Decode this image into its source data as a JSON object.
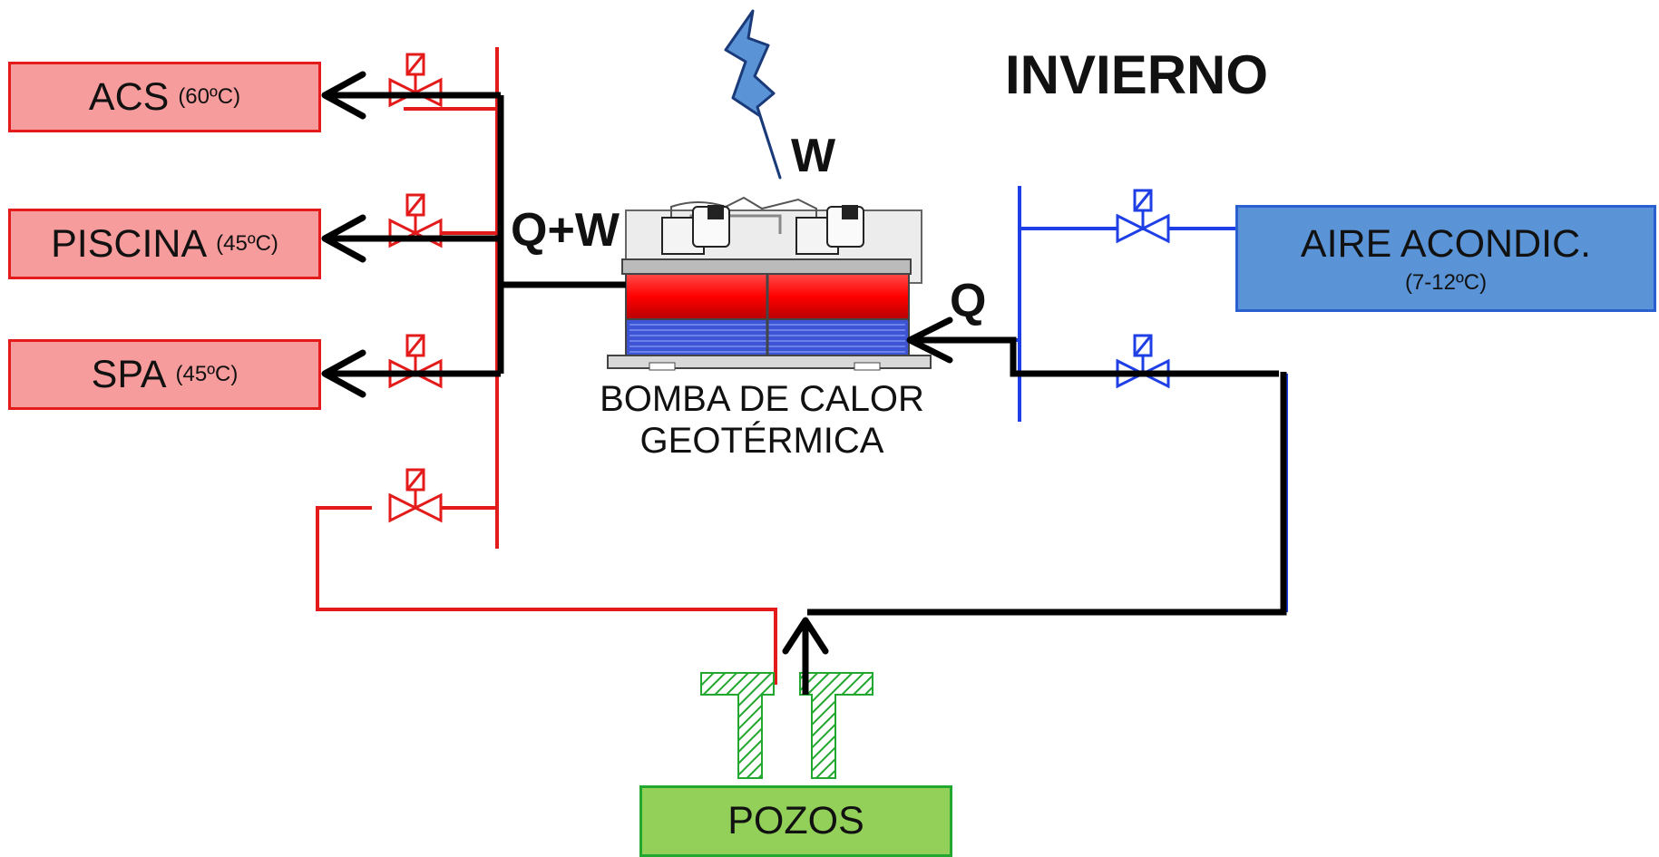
{
  "title": "INVIERNO",
  "energy_label": "W",
  "heat_label": "Q",
  "output_label": "Q+W",
  "heat_pump": {
    "line1": "BOMBA DE CALOR",
    "line2": "GEOTÉRMICA"
  },
  "consumers": [
    {
      "name": "ACS",
      "temp": "(60ºC)"
    },
    {
      "name": "PISCINA",
      "temp": "(45ºC)"
    },
    {
      "name": "SPA",
      "temp": "(45ºC)"
    }
  ],
  "cooling": {
    "name": "AIRE ACONDIC.",
    "temp": "(7-12ºC)"
  },
  "wells": "POZOS",
  "colors": {
    "hot_line": "#e31b1b",
    "cold_line": "#1f3fe6",
    "flow_line": "#000000",
    "hot_fill": "#f79c9c",
    "cold_fill": "#5b94d6",
    "well_fill": "#93d05a",
    "lightning": "#5b94d6"
  }
}
